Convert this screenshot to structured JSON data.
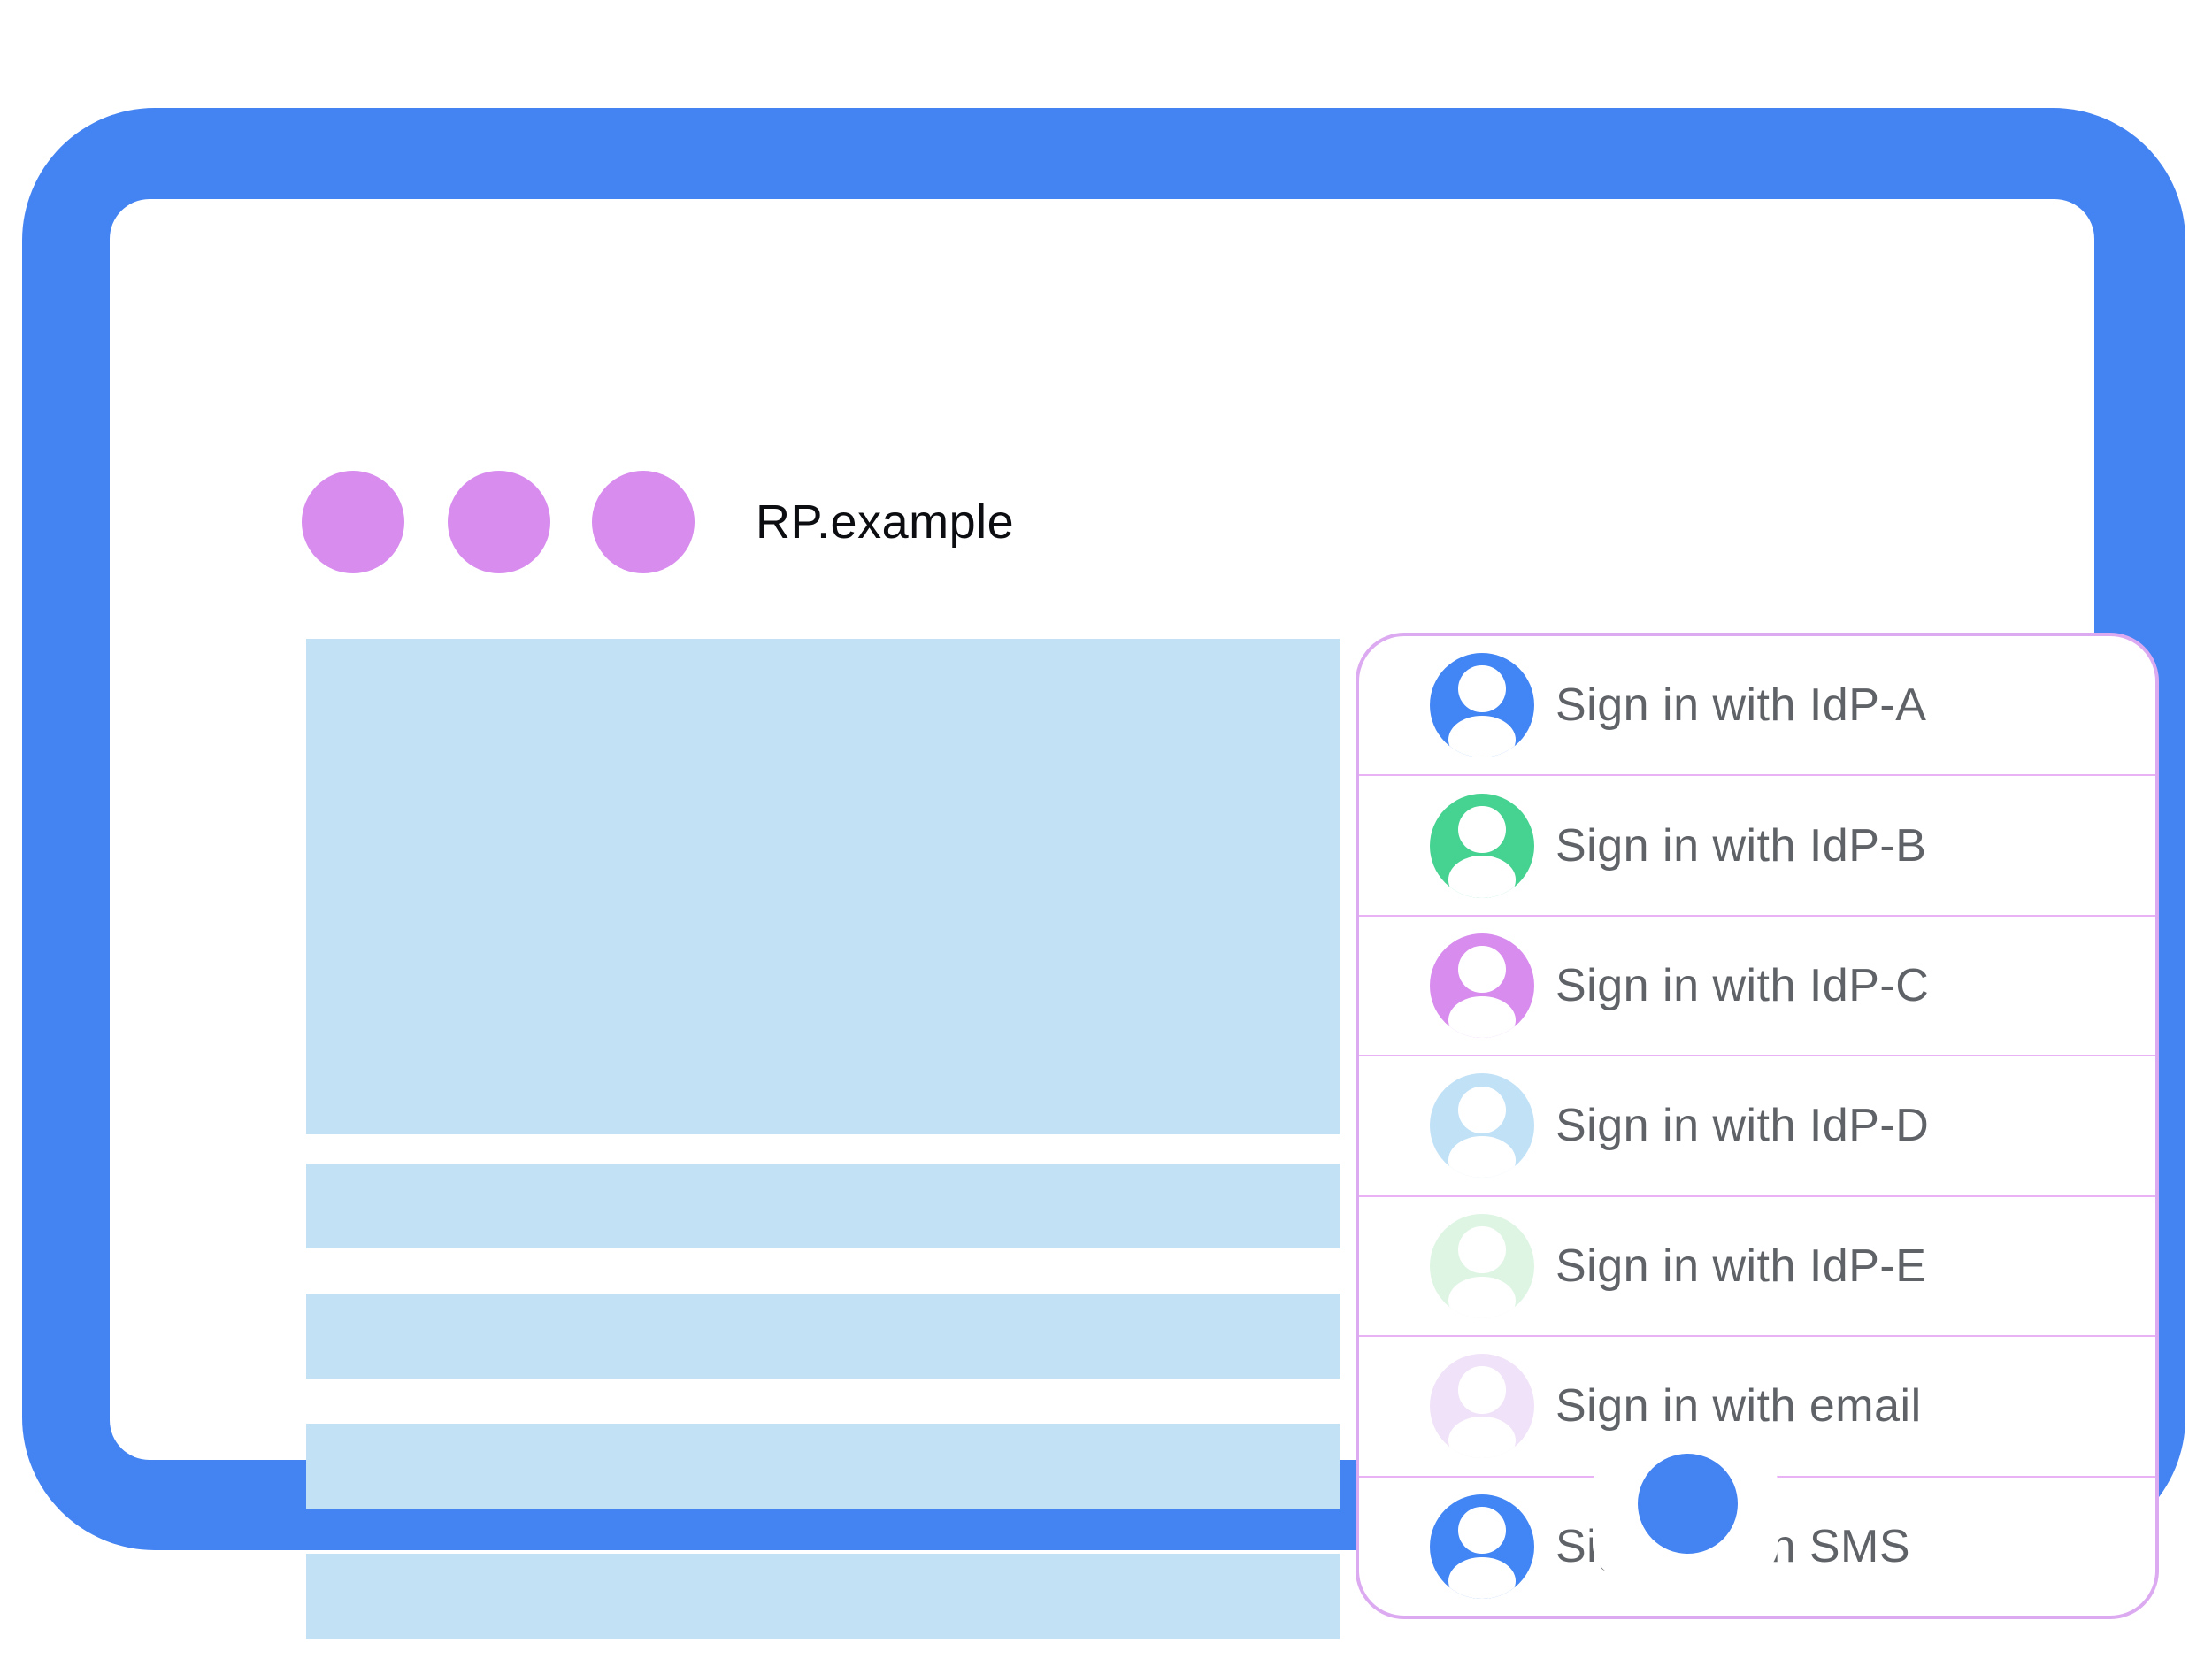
{
  "illustration": {
    "browser": {
      "title": "RP.example",
      "frame_color": "#4483f2",
      "window_background": "#ffffff",
      "window_dot_color": "#d78cee",
      "home_button_color": "#4483f2"
    },
    "content_placeholder": {
      "color": "#c2e1f4",
      "bar_count": 4
    },
    "signin_dialog": {
      "border_color": "#dcaaf0",
      "divider_color": "#e8b2f4",
      "label_color": "#5f6368",
      "items": [
        {
          "label": "Sign in with IdP-A",
          "icon": "account-circle-icon",
          "avatar_color": "#4285f4"
        },
        {
          "label": "Sign in with IdP-B",
          "icon": "account-circle-icon",
          "avatar_color": "#46d291"
        },
        {
          "label": "Sign in with IdP-C",
          "icon": "account-circle-icon",
          "avatar_color": "#d78cee"
        },
        {
          "label": "Sign in with IdP-D",
          "icon": "account-circle-icon",
          "avatar_color": "#c1e1f7"
        },
        {
          "label": "Sign in with IdP-E",
          "icon": "account-circle-icon",
          "avatar_color": "#def5e3"
        },
        {
          "label": "Sign in with email",
          "icon": "account-circle-icon",
          "avatar_color": "#f0e2f8"
        },
        {
          "label": "Sign in with SMS",
          "icon": "account-circle-icon",
          "avatar_color": "#4285f4"
        }
      ]
    }
  }
}
